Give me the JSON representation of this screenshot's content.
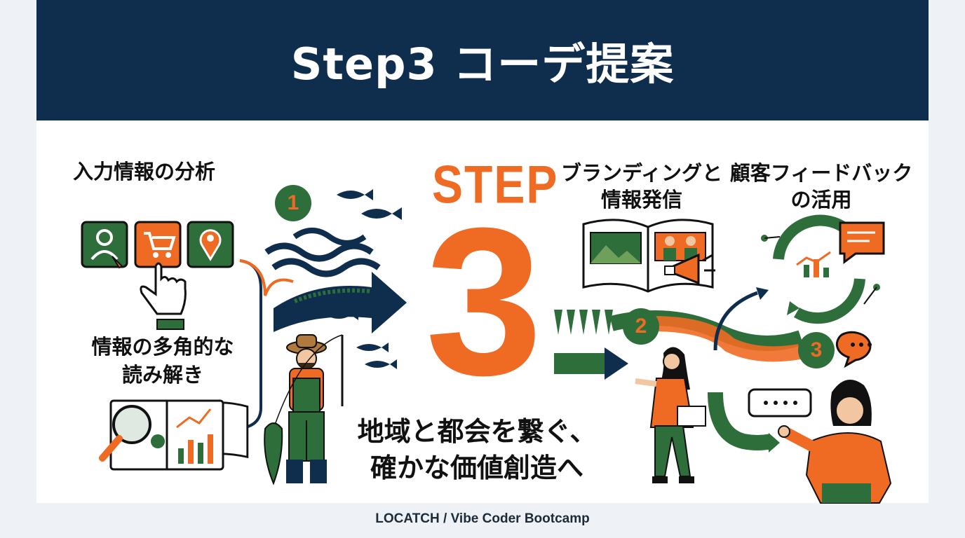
{
  "title": "Step3 コーデ提案",
  "left": {
    "analysis_title": "入力情報の分析",
    "reading_title_line1": "情報の多角的な",
    "reading_title_line2": "読み解き",
    "step1": "1"
  },
  "center": {
    "step_word": "STEP",
    "step_number": "3",
    "slogan_line1": "地域と都会を繋ぐ、",
    "slogan_line2": "確かな価値創造へ"
  },
  "right": {
    "branding_line1": "ブランディングと",
    "branding_line2": "情報発信",
    "feedback_line1": "顧客フィードバック",
    "feedback_line2": "の活用",
    "step2": "2",
    "step3": "3"
  },
  "footer": "LOCATCH / Vibe Coder Bootcamp",
  "colors": {
    "navy": "#0f2d4d",
    "orange": "#ef6a23",
    "green": "#2d6e3a"
  }
}
